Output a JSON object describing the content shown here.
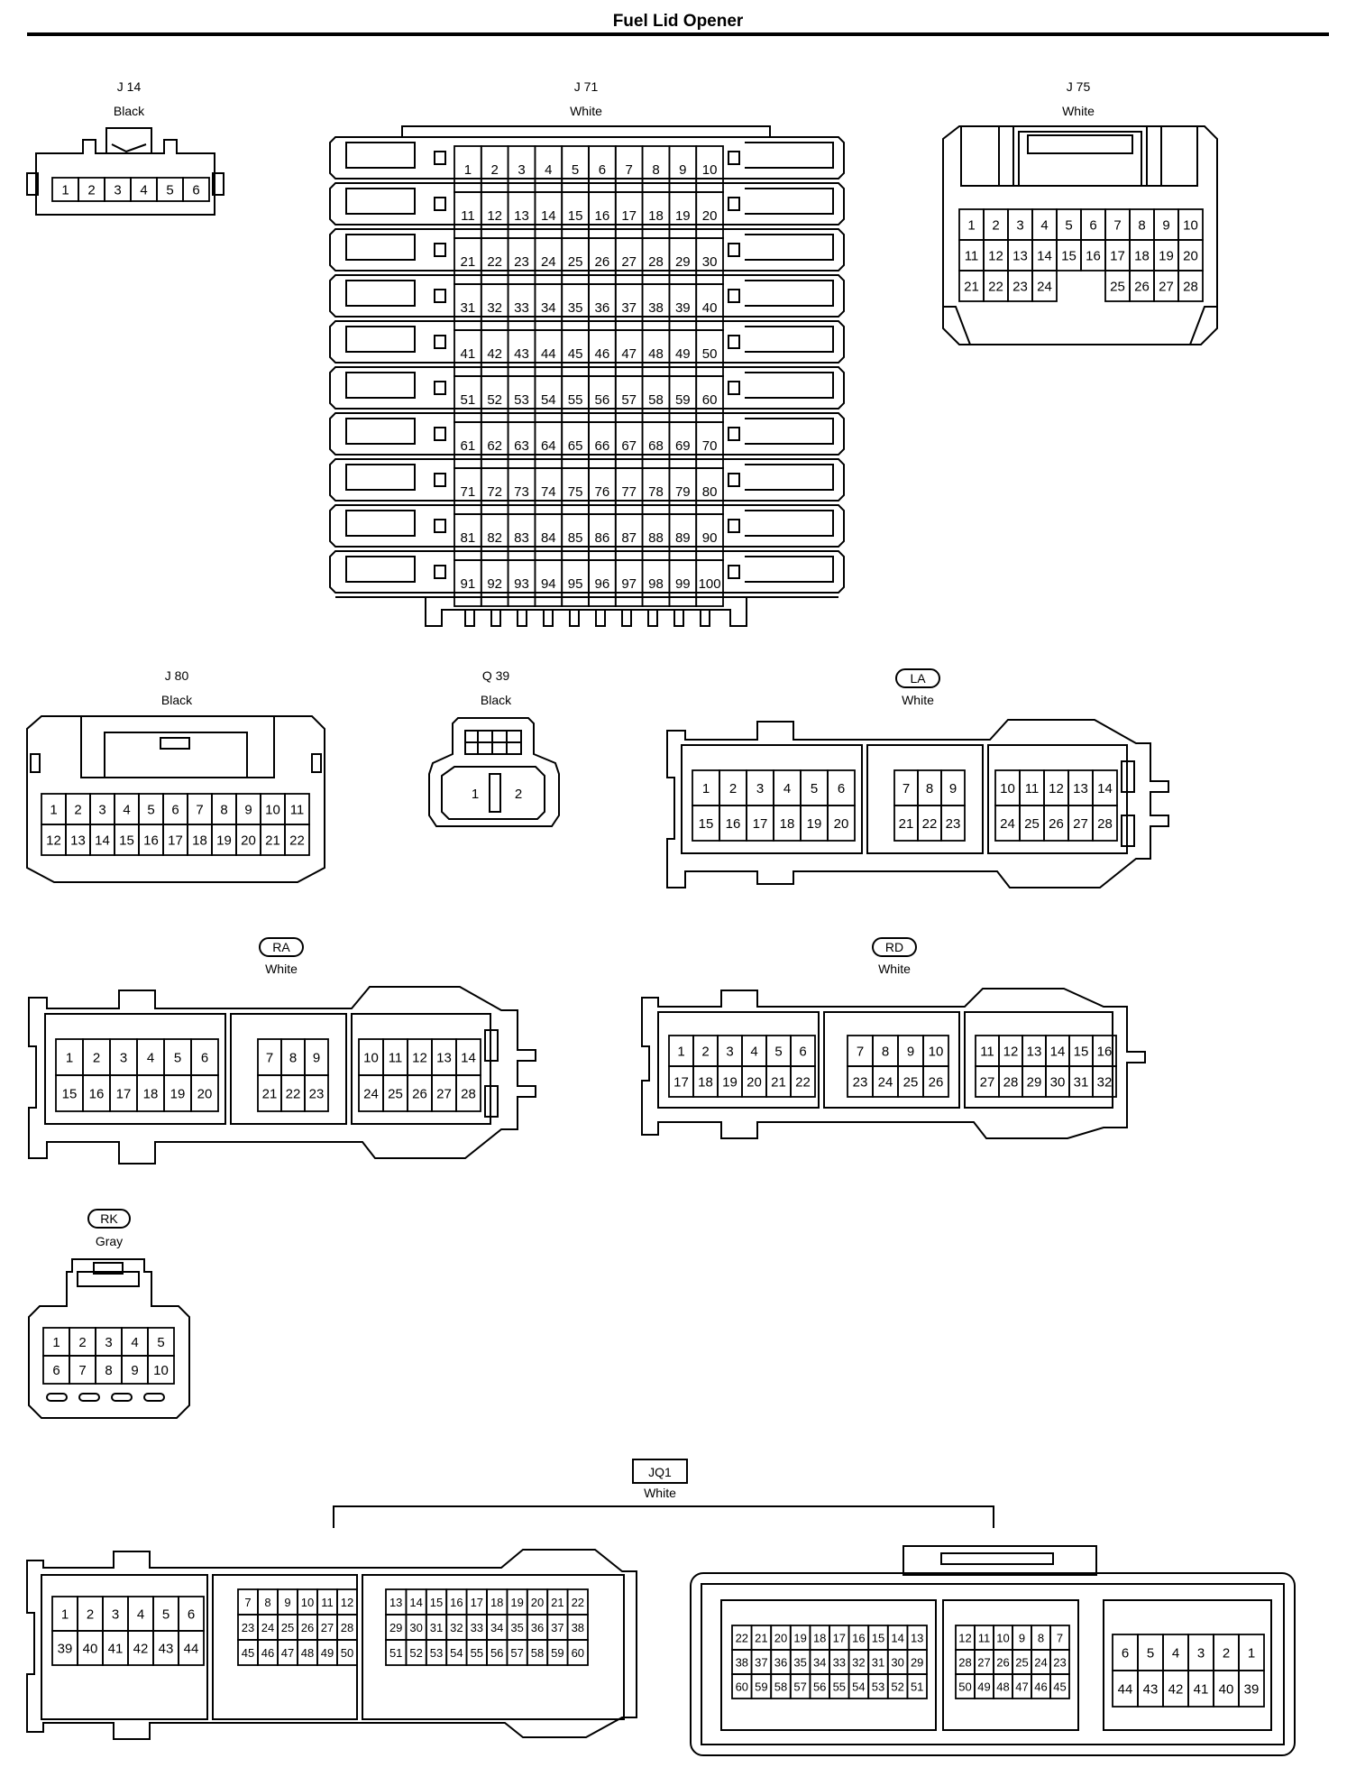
{
  "title": "Fuel Lid Opener",
  "connectors": {
    "j14": {
      "code": "J 14",
      "color": "Black",
      "rows": [
        [
          "1",
          "2",
          "3",
          "4",
          "5",
          "6"
        ]
      ]
    },
    "j71": {
      "code": "J 71",
      "color": "White",
      "rows": [
        [
          "1",
          "2",
          "3",
          "4",
          "5",
          "6",
          "7",
          "8",
          "9",
          "10"
        ],
        [
          "11",
          "12",
          "13",
          "14",
          "15",
          "16",
          "17",
          "18",
          "19",
          "20"
        ],
        [
          "21",
          "22",
          "23",
          "24",
          "25",
          "26",
          "27",
          "28",
          "29",
          "30"
        ],
        [
          "31",
          "32",
          "33",
          "34",
          "35",
          "36",
          "37",
          "38",
          "39",
          "40"
        ],
        [
          "41",
          "42",
          "43",
          "44",
          "45",
          "46",
          "47",
          "48",
          "49",
          "50"
        ],
        [
          "51",
          "52",
          "53",
          "54",
          "55",
          "56",
          "57",
          "58",
          "59",
          "60"
        ],
        [
          "61",
          "62",
          "63",
          "64",
          "65",
          "66",
          "67",
          "68",
          "69",
          "70"
        ],
        [
          "71",
          "72",
          "73",
          "74",
          "75",
          "76",
          "77",
          "78",
          "79",
          "80"
        ],
        [
          "81",
          "82",
          "83",
          "84",
          "85",
          "86",
          "87",
          "88",
          "89",
          "90"
        ],
        [
          "91",
          "92",
          "93",
          "94",
          "95",
          "96",
          "97",
          "98",
          "99",
          "100"
        ]
      ]
    },
    "j75": {
      "code": "J 75",
      "color": "White",
      "rows": [
        [
          "1",
          "2",
          "3",
          "4",
          "5",
          "6",
          "7",
          "8",
          "9",
          "10"
        ],
        [
          "11",
          "12",
          "13",
          "14",
          "15",
          "16",
          "17",
          "18",
          "19",
          "20"
        ],
        [
          "21",
          "22",
          "23",
          "24",
          "",
          "",
          "25",
          "26",
          "27",
          "28"
        ]
      ]
    },
    "j80": {
      "code": "J 80",
      "color": "Black",
      "rows": [
        [
          "1",
          "2",
          "3",
          "4",
          "5",
          "6",
          "7",
          "8",
          "9",
          "10",
          "11"
        ],
        [
          "12",
          "13",
          "14",
          "15",
          "16",
          "17",
          "18",
          "19",
          "20",
          "21",
          "22"
        ]
      ]
    },
    "q39": {
      "code": "Q 39",
      "color": "Black",
      "rows": [
        [
          "1",
          "2"
        ]
      ]
    },
    "la": {
      "code": "LA",
      "color": "White",
      "blocks": [
        {
          "rows": [
            [
              "1",
              "2",
              "3",
              "4",
              "5",
              "6"
            ],
            [
              "15",
              "16",
              "17",
              "18",
              "19",
              "20"
            ]
          ]
        },
        {
          "rows": [
            [
              "7",
              "8",
              "9"
            ],
            [
              "21",
              "22",
              "23"
            ]
          ]
        },
        {
          "rows": [
            [
              "10",
              "11",
              "12",
              "13",
              "14"
            ],
            [
              "24",
              "25",
              "26",
              "27",
              "28"
            ]
          ]
        }
      ]
    },
    "ra": {
      "code": "RA",
      "color": "White",
      "blocks": [
        {
          "rows": [
            [
              "1",
              "2",
              "3",
              "4",
              "5",
              "6"
            ],
            [
              "15",
              "16",
              "17",
              "18",
              "19",
              "20"
            ]
          ]
        },
        {
          "rows": [
            [
              "7",
              "8",
              "9"
            ],
            [
              "21",
              "22",
              "23"
            ]
          ]
        },
        {
          "rows": [
            [
              "10",
              "11",
              "12",
              "13",
              "14"
            ],
            [
              "24",
              "25",
              "26",
              "27",
              "28"
            ]
          ]
        }
      ]
    },
    "rd": {
      "code": "RD",
      "color": "White",
      "blocks": [
        {
          "rows": [
            [
              "1",
              "2",
              "3",
              "4",
              "5",
              "6"
            ],
            [
              "17",
              "18",
              "19",
              "20",
              "21",
              "22"
            ]
          ]
        },
        {
          "rows": [
            [
              "7",
              "8",
              "9",
              "10"
            ],
            [
              "23",
              "24",
              "25",
              "26"
            ]
          ]
        },
        {
          "rows": [
            [
              "11",
              "12",
              "13",
              "14",
              "15",
              "16"
            ],
            [
              "27",
              "28",
              "29",
              "30",
              "31",
              "32"
            ]
          ]
        }
      ]
    },
    "rk": {
      "code": "RK",
      "color": "Gray",
      "rows": [
        [
          "1",
          "2",
          "3",
          "4",
          "5"
        ],
        [
          "6",
          "7",
          "8",
          "9",
          "10"
        ]
      ]
    },
    "jq1": {
      "code": "JQ1",
      "color": "White",
      "left_blocks": [
        {
          "rows": [
            [
              "1",
              "2",
              "3",
              "4",
              "5",
              "6"
            ],
            [
              "39",
              "40",
              "41",
              "42",
              "43",
              "44"
            ]
          ]
        },
        {
          "rows": [
            [
              "7",
              "8",
              "9",
              "10",
              "11",
              "12"
            ],
            [
              "23",
              "24",
              "25",
              "26",
              "27",
              "28"
            ],
            [
              "45",
              "46",
              "47",
              "48",
              "49",
              "50"
            ]
          ]
        },
        {
          "rows": [
            [
              "13",
              "14",
              "15",
              "16",
              "17",
              "18",
              "19",
              "20",
              "21",
              "22"
            ],
            [
              "29",
              "30",
              "31",
              "32",
              "33",
              "34",
              "35",
              "36",
              "37",
              "38"
            ],
            [
              "51",
              "52",
              "53",
              "54",
              "55",
              "56",
              "57",
              "58",
              "59",
              "60"
            ]
          ]
        }
      ],
      "right_blocks": [
        {
          "rows": [
            [
              "22",
              "21",
              "20",
              "19",
              "18",
              "17",
              "16",
              "15",
              "14",
              "13"
            ],
            [
              "38",
              "37",
              "36",
              "35",
              "34",
              "33",
              "32",
              "31",
              "30",
              "29"
            ],
            [
              "60",
              "59",
              "58",
              "57",
              "56",
              "55",
              "54",
              "53",
              "52",
              "51"
            ]
          ]
        },
        {
          "rows": [
            [
              "12",
              "11",
              "10",
              "9",
              "8",
              "7"
            ],
            [
              "28",
              "27",
              "26",
              "25",
              "24",
              "23"
            ],
            [
              "50",
              "49",
              "48",
              "47",
              "46",
              "45"
            ]
          ]
        },
        {
          "rows": [
            [
              "6",
              "5",
              "4",
              "3",
              "2",
              "1"
            ],
            [
              "44",
              "43",
              "42",
              "41",
              "40",
              "39"
            ]
          ]
        }
      ]
    }
  }
}
